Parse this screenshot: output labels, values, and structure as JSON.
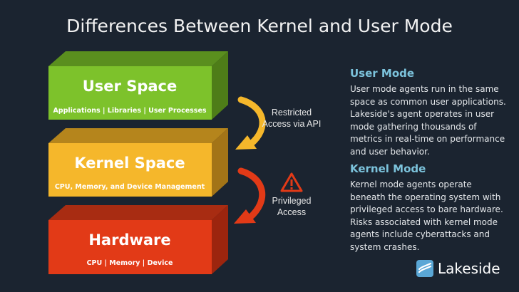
{
  "title": "Differences Between Kernel and User Mode",
  "layers": [
    {
      "name": "User Space",
      "detail": "Applications | Libraries | User Processes",
      "front_color": "#7dc22b",
      "top_color": "#5a8f1e",
      "side_color": "#4e7d18"
    },
    {
      "name": "Kernel Space",
      "detail": "CPU, Memory, and Device Management",
      "front_color": "#f5b72b",
      "top_color": "#b5851c",
      "side_color": "#a37417"
    },
    {
      "name": "Hardware",
      "detail": "CPU | Memory | Device",
      "front_color": "#e23a17",
      "top_color": "#a82c12",
      "side_color": "#9c250e"
    }
  ],
  "arrows": [
    {
      "label": "Restricted Access via API",
      "icon": "curved-arrow-icon",
      "color": "#f5b72b"
    },
    {
      "label": "Privileged Access",
      "icon": "warning-icon",
      "color": "#e23a17"
    }
  ],
  "panels": [
    {
      "heading": "User Mode",
      "body": "User mode agents run in the same space as common user applications. Lakeside's agent operates in user mode gathering thousands of metrics in real-time on performance and user behavior."
    },
    {
      "heading": "Kernel Mode",
      "body": "Kernel mode agents operate beneath the operating system with privileged access to bare hardware. Risks associated with kernel mode agents include cyberattacks and system crashes."
    }
  ],
  "logo": {
    "text": "Lakeside",
    "icon": "lakeside-logo-icon",
    "color": "#5aa7d6"
  }
}
